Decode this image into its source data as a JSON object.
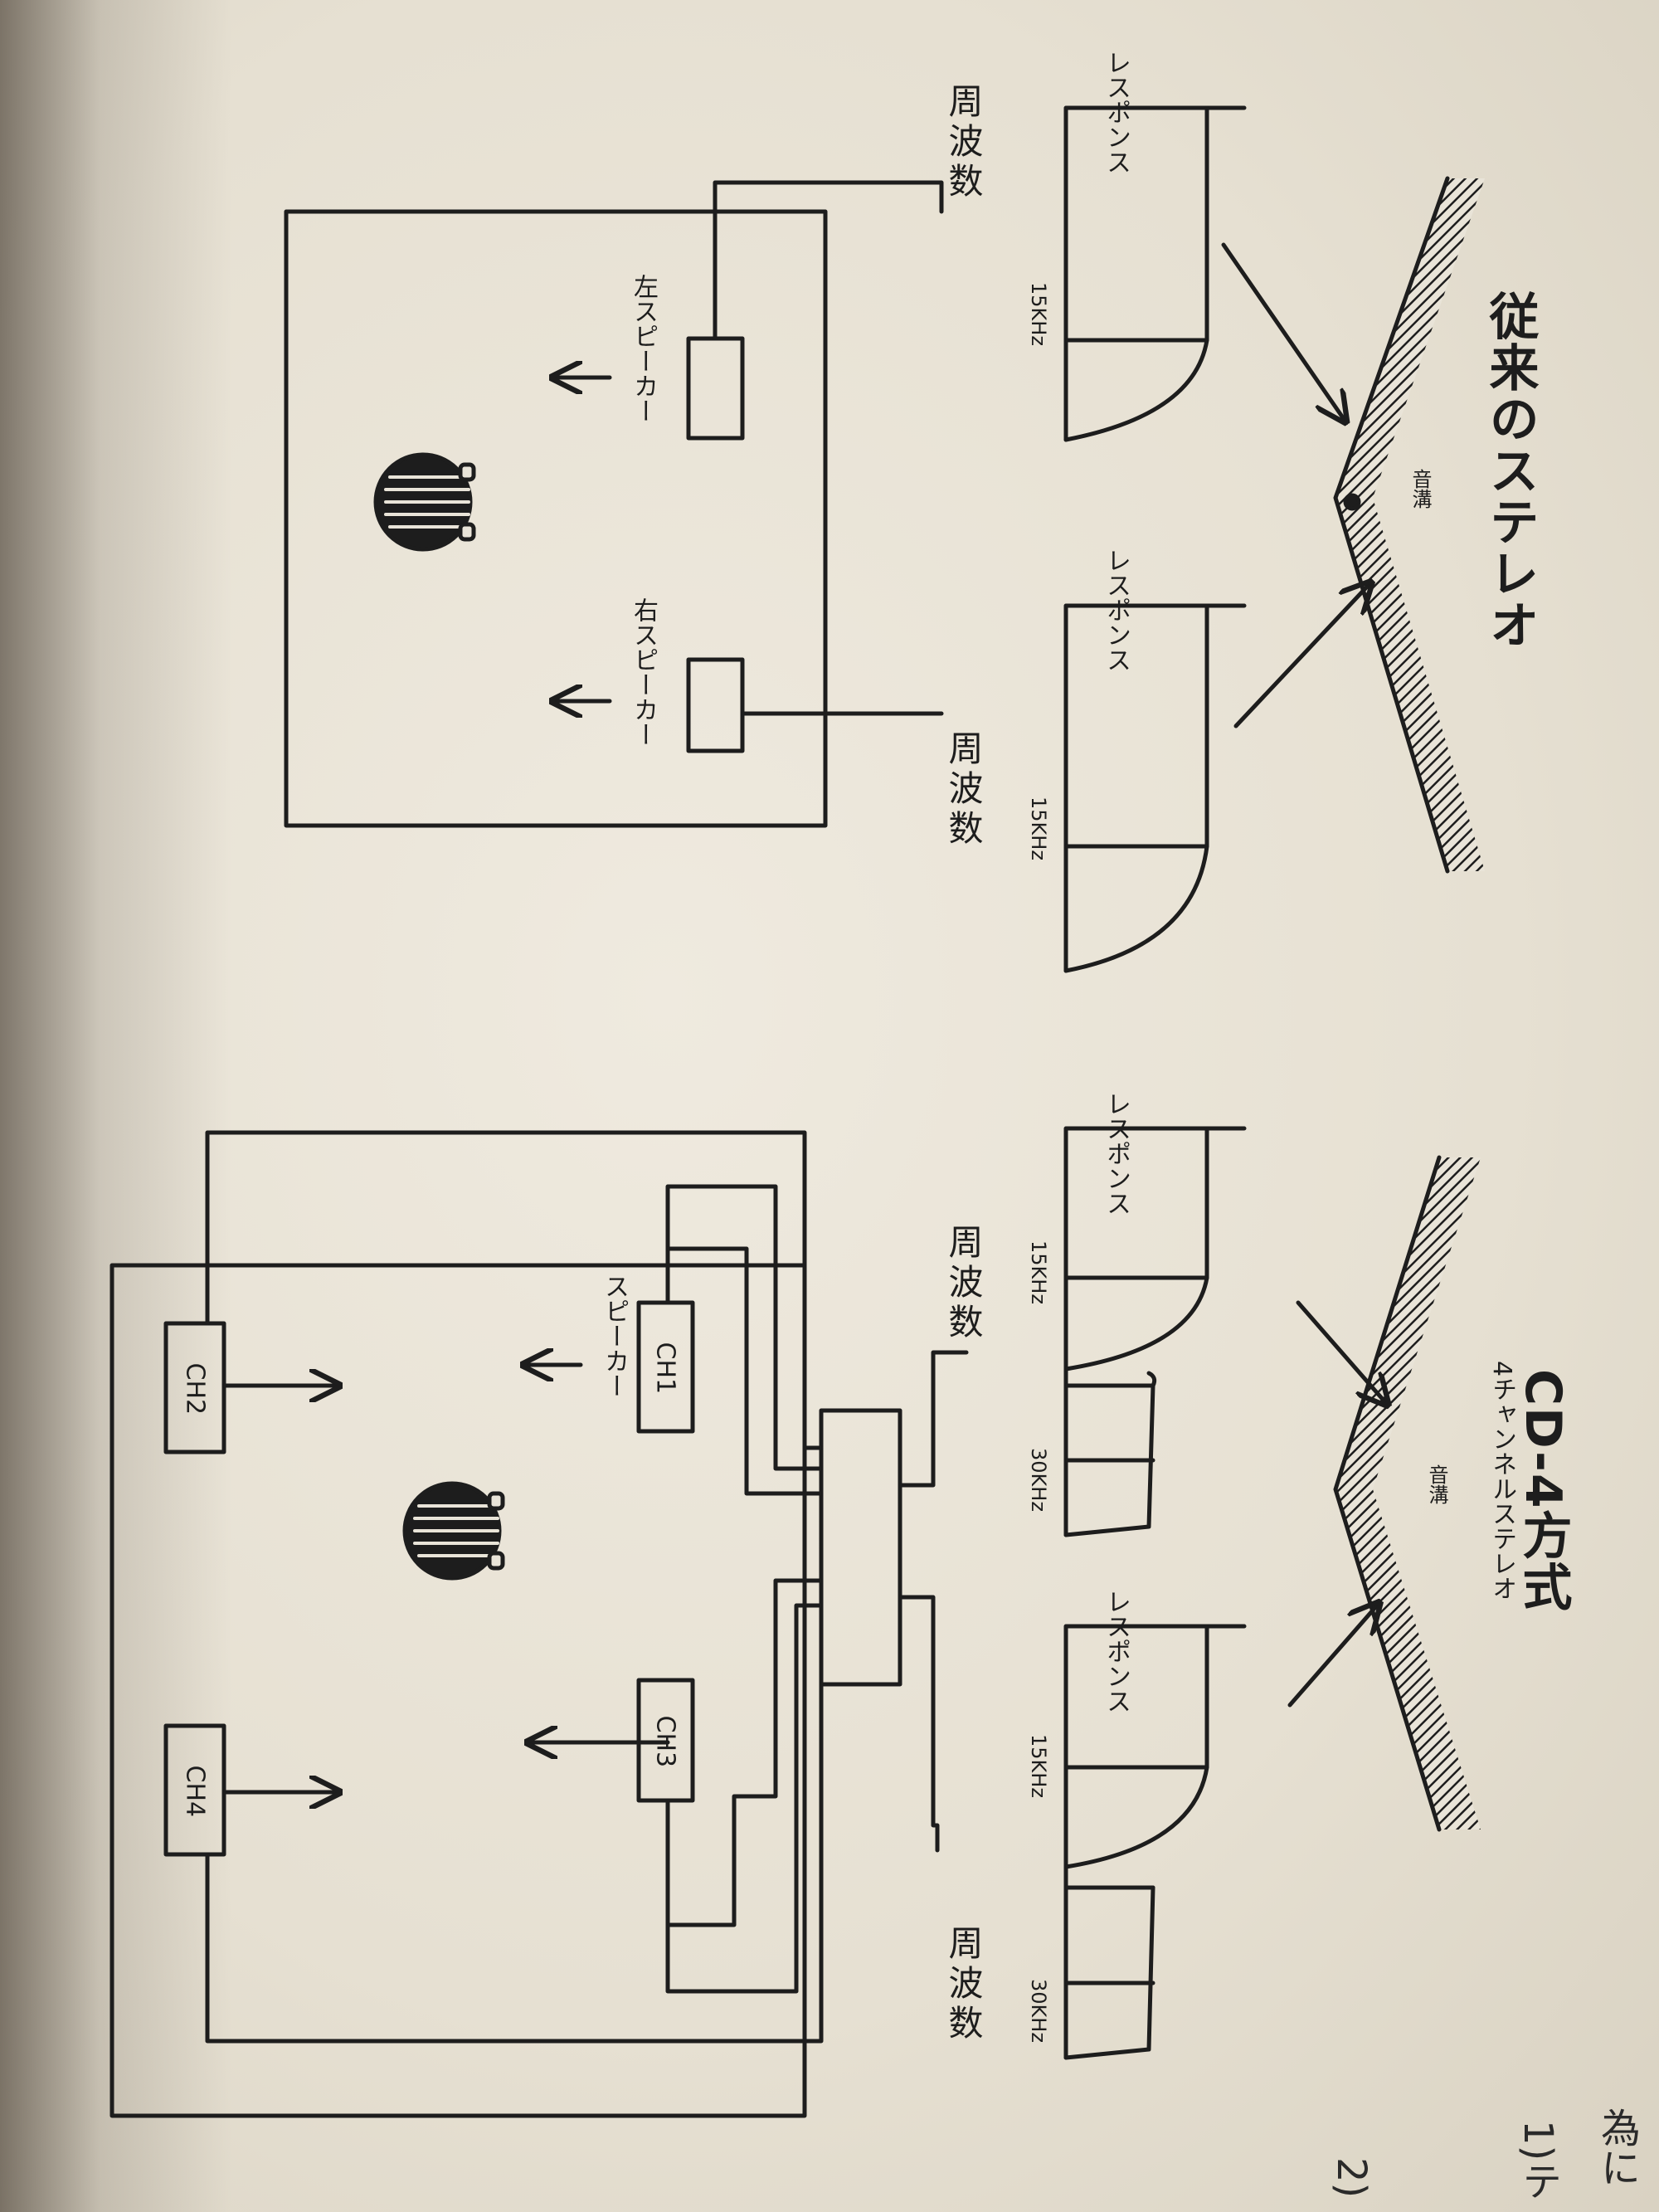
{
  "conventional": {
    "title": "従来のステレオ",
    "groove_label": "音溝",
    "response_label": "レスポンス",
    "frequency_label": "周波数",
    "tick_15k": "15KHz",
    "left_speaker": "左スピーカー",
    "right_speaker": "右スピーカー"
  },
  "cd4": {
    "title": "CD-4方式",
    "subtitle": "4チャンネルステレオ",
    "groove_label": "音溝",
    "response_label": "レスポンス",
    "frequency_label": "周波数",
    "tick_15k": "15KHz",
    "tick_30k": "30KHz",
    "speaker_label": "スピーカー",
    "ch1": "CH1",
    "ch2": "CH2",
    "ch3": "CH3",
    "ch4": "CH4"
  },
  "edge_text": {
    "line0": "為に",
    "line1": "1)テ",
    "line2": "2)"
  },
  "colors": {
    "ink": "#1d1d1d",
    "paper": "#e9e4d8"
  }
}
